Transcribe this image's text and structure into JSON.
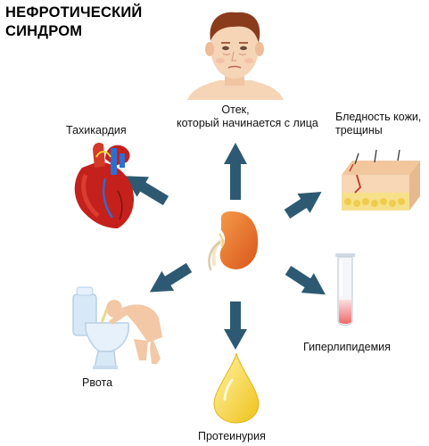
{
  "title": {
    "line1": "НЕФРОТИЧЕСКИЙ",
    "line2": "СИНДРОМ"
  },
  "symptoms": {
    "edema": {
      "line1": "Отек,",
      "line2": "который начинается с лица"
    },
    "tachycardia": {
      "label": "Тахикардия"
    },
    "skin": {
      "line1": "Бледность кожи,",
      "line2": "трещины"
    },
    "vomiting": {
      "label": "Рвота"
    },
    "hyperlipidemia": {
      "label": "Гиперлипидемия"
    },
    "proteinuria": {
      "label": "Протеинурия"
    }
  },
  "colors": {
    "arrow": "#2d5a72",
    "kidney": "#e8671f",
    "heart": "#c4201c",
    "skin": "#f7d7b5",
    "urine": "#f2c51a"
  },
  "icons": [
    "face-icon",
    "heart-icon",
    "kidney-icon",
    "skin-layers-icon",
    "toilet-icon",
    "person-vomiting-icon",
    "test-tube-icon",
    "drop-icon"
  ]
}
